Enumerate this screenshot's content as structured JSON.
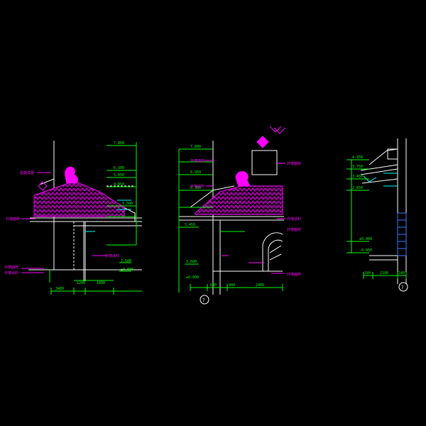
{
  "background": "#000000",
  "colors": {
    "outline": "#ffffff",
    "dimension": "#00ff00",
    "annotation": "#ff00ff",
    "detail": "#00ffff",
    "grid": "#3a7bff"
  },
  "section_marks": [
    "7",
    "7"
  ],
  "annotation_labels": {
    "left": [
      "屋面详图",
      "外墙面砖",
      "外墙涂料",
      "外墙面砖",
      "外墙涂料"
    ],
    "middle": [
      "外墙面砖",
      "外墙涂料",
      "外墙面砖",
      "外墙涂料",
      "外墙面砖",
      "外墙面砖"
    ]
  },
  "dimensions": {
    "left_vertical": [
      "7.800",
      "6.300",
      "5.450",
      "4.850",
      "3.500",
      "2.500",
      "±0.000"
    ],
    "left_bottom": [
      "3400",
      "1200",
      "1800"
    ],
    "middle_vertical": [
      "7.800",
      "6.950",
      "6.300",
      "5.450",
      "3.600",
      "±0.000"
    ],
    "middle_bottom": [
      "600",
      "900",
      "2400"
    ],
    "right_vertical": [
      "4.350",
      "3.750",
      "3.450",
      "2.850",
      "±0.000",
      "-0.450"
    ],
    "right_bottom": [
      "240",
      "2100",
      "240"
    ]
  }
}
